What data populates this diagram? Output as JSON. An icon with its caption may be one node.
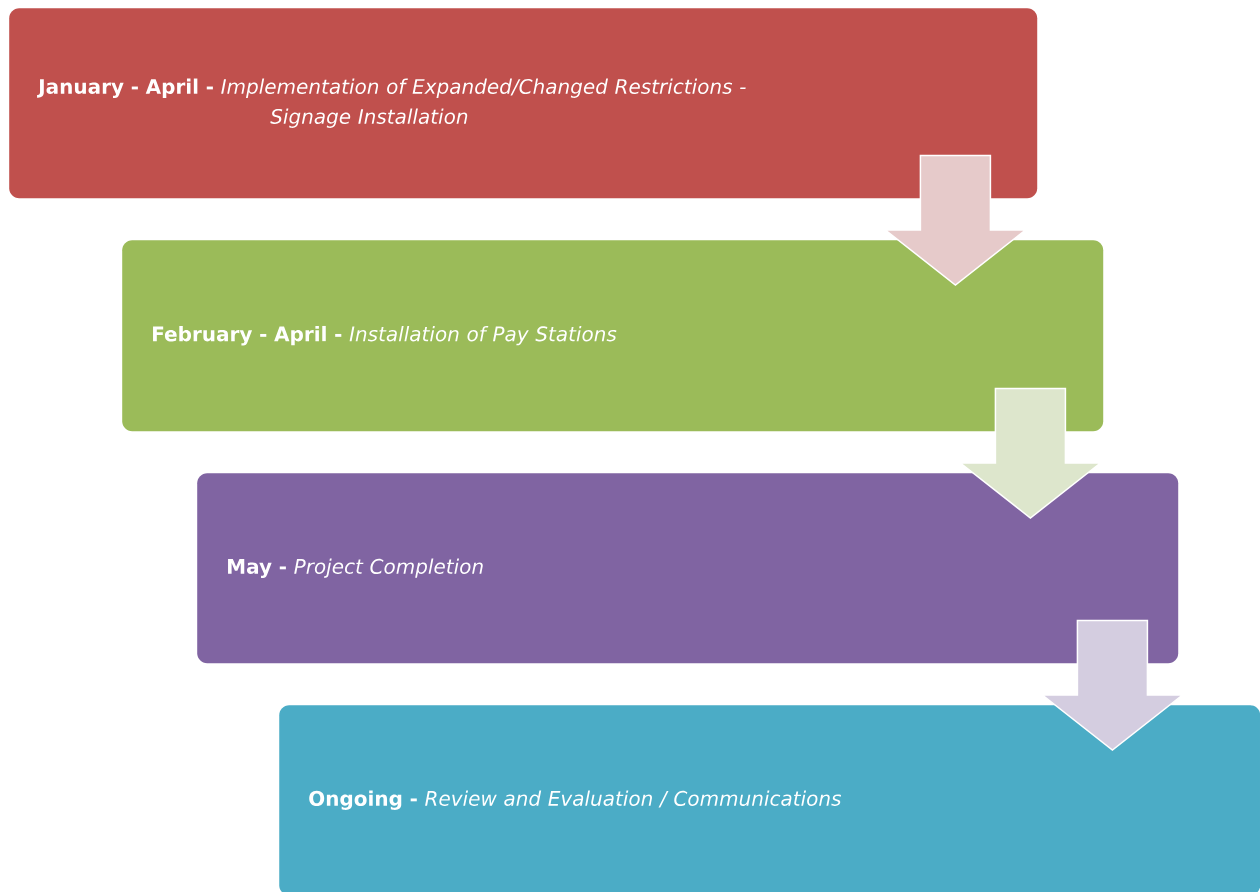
{
  "diagram": {
    "nodes": [
      {
        "text": [
          "**January - April -** *Implementation of Expanded/Changed Restrictions - Signage Installation*"
        ]
      },
      {
        "text": [
          "**February - April -** *Installation of Pay Stations*"
        ]
      },
      {
        "text": [
          "**May -** *Project Completion*"
        ]
      },
      {
        "text": [
          "**Ongoing -** *Review and Evaluation / Communications*"
        ]
      }
    ],
    "edges": [
      {
        "from": 0,
        "to": 1,
        "arrow": "to",
        "color": "#e6caca"
      },
      {
        "from": 1,
        "to": 2,
        "arrow": "to",
        "color": "#dde6cc"
      },
      {
        "from": 2,
        "to": 3,
        "arrow": "to",
        "color": "#d4cde0"
      }
    ]
  }
}
